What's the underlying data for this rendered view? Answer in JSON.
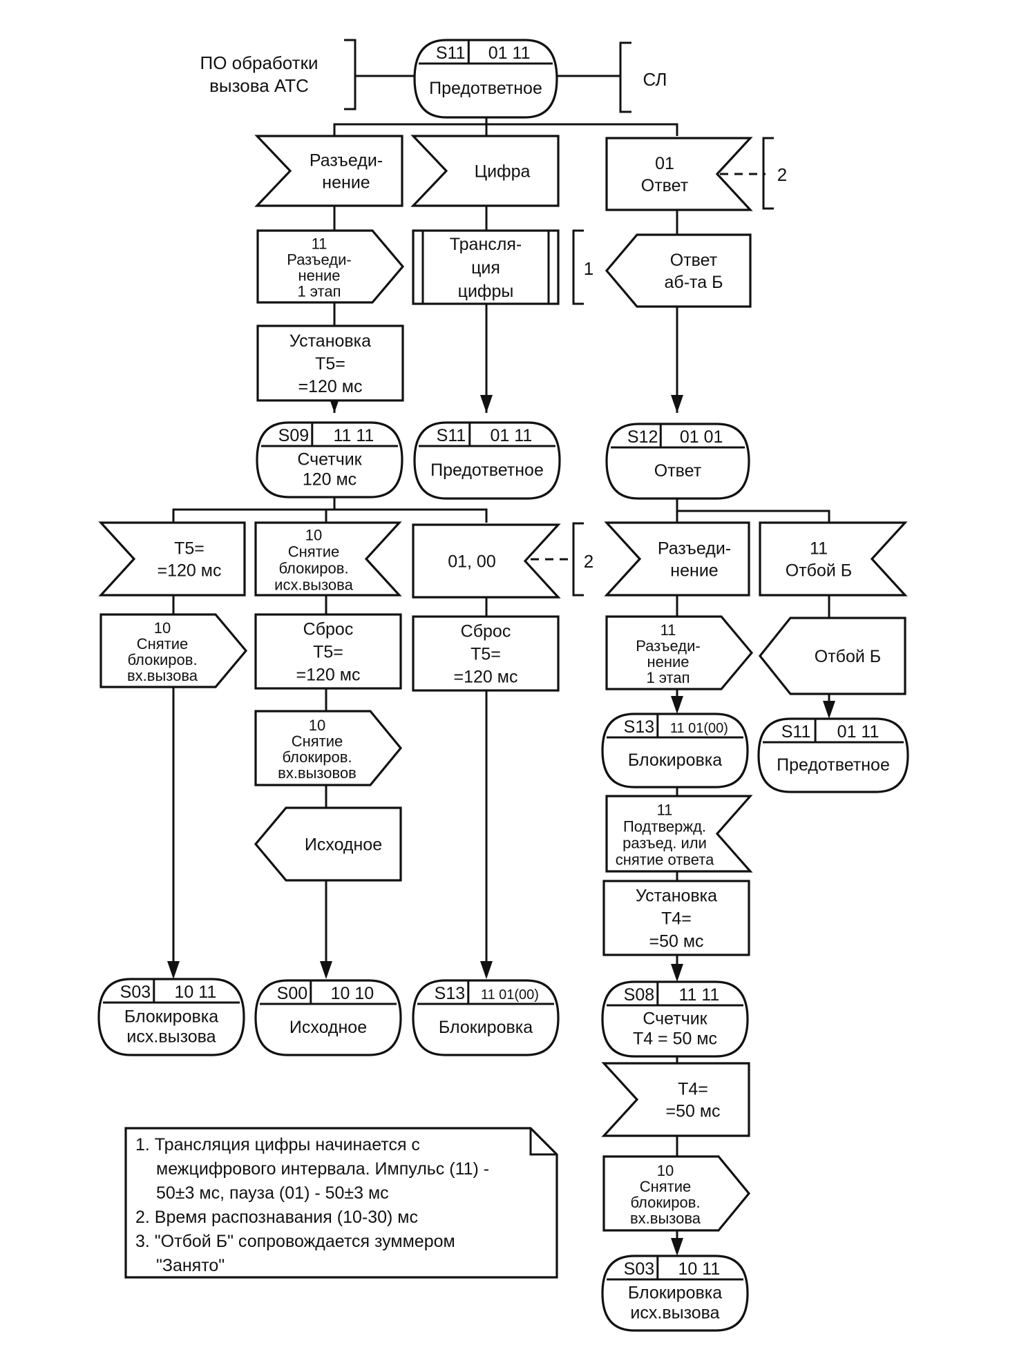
{
  "side_labels": {
    "left": [
      "ПО обработки",
      "вызова АТС"
    ],
    "right": "СЛ",
    "note_marker_1": "1",
    "note_marker_2a": "2",
    "note_marker_2b": "2"
  },
  "states": {
    "s11_top": {
      "code": "S11",
      "bits": "01 11",
      "lines": [
        "Предответное"
      ]
    },
    "s09": {
      "code": "S09",
      "bits": "11 11",
      "lines": [
        "Счетчик",
        "120 мс"
      ]
    },
    "s11_mid": {
      "code": "S11",
      "bits": "01 11",
      "lines": [
        "Предответное"
      ]
    },
    "s12": {
      "code": "S12",
      "bits": "01 01",
      "lines": [
        "Ответ"
      ]
    },
    "s13_right": {
      "code": "S13",
      "bits": "11 01(00)",
      "lines": [
        "Блокировка"
      ]
    },
    "s11_right": {
      "code": "S11",
      "bits": "01 11",
      "lines": [
        "Предответное"
      ]
    },
    "s03_left": {
      "code": "S03",
      "bits": "10 11",
      "lines": [
        "Блокировка",
        "исх.вызова"
      ]
    },
    "s00": {
      "code": "S00",
      "bits": "10 10",
      "lines": [
        "Исходное"
      ]
    },
    "s13_mid": {
      "code": "S13",
      "bits": "11 01(00)",
      "lines": [
        "Блокировка"
      ]
    },
    "s08": {
      "code": "S08",
      "bits": "11 11",
      "lines": [
        "Счетчик",
        "T4 = 50 мс"
      ]
    },
    "s03_right": {
      "code": "S03",
      "bits": "10 11",
      "lines": [
        "Блокировка",
        "исх.вызова"
      ]
    }
  },
  "inputs": {
    "razed_1": [
      "Разъеди-",
      "нение"
    ],
    "cifra": [
      "Цифра"
    ],
    "otvet_01": [
      "01",
      "Ответ"
    ],
    "t5_left": [
      "T5=",
      "=120 мс"
    ],
    "snyatie_ish": [
      "10",
      "Снятие",
      "блокиров.",
      "исх.вызова"
    ],
    "code_0100": [
      "01, 00"
    ],
    "razed_2": [
      "Разъеди-",
      "нение"
    ],
    "otboi_11": [
      "11",
      "Отбой Б"
    ],
    "podtverzhd": [
      "11",
      "Подтвержд.",
      "разъед. или",
      "снятие ответа"
    ],
    "t4": [
      "T4=",
      "=50 мс"
    ]
  },
  "outputs": {
    "razed_stage1_a": [
      "11",
      "Разъеди-",
      "нение",
      "1 этап"
    ],
    "otvet_ab": [
      "Ответ",
      "аб-та Б"
    ],
    "snyatie_vh_a": [
      "10",
      "Снятие",
      "блокиров.",
      "вх.вызова"
    ],
    "snyatie_vh_b": [
      "10",
      "Снятие",
      "блокиров.",
      "вх.вызовов"
    ],
    "ishodnoe": [
      "Исходное"
    ],
    "razed_stage1_b": [
      "11",
      "Разъеди-",
      "нение",
      "1 этап"
    ],
    "otboi_b": [
      "Отбой Б"
    ],
    "snyatie_vh_c": [
      "10",
      "Снятие",
      "блокиров.",
      "вх.вызова"
    ]
  },
  "tasks": {
    "ustanovka_t5": [
      "Установка",
      "T5=",
      "=120 мс"
    ],
    "sbros_t5_a": [
      "Сброс",
      "T5=",
      "=120 мс"
    ],
    "sbros_t5_b": [
      "Сброс",
      "T5=",
      "=120 мс"
    ],
    "ustanovka_t4": [
      "Установка",
      "T4=",
      "=50 мс"
    ]
  },
  "procedures": {
    "translyaciya": [
      "Трансля-",
      "ция",
      "цифры"
    ]
  },
  "notes": {
    "lines": [
      "1. Трансляция цифры начинается с",
      "межцифрового интервала. Импульс (11) -",
      "50±3 мс, пауза (01) - 50±3 мс",
      "2. Время распознавания (10-30) мс",
      "3. \"Отбой Б\" сопровождается зуммером",
      "\"Занято\""
    ]
  }
}
